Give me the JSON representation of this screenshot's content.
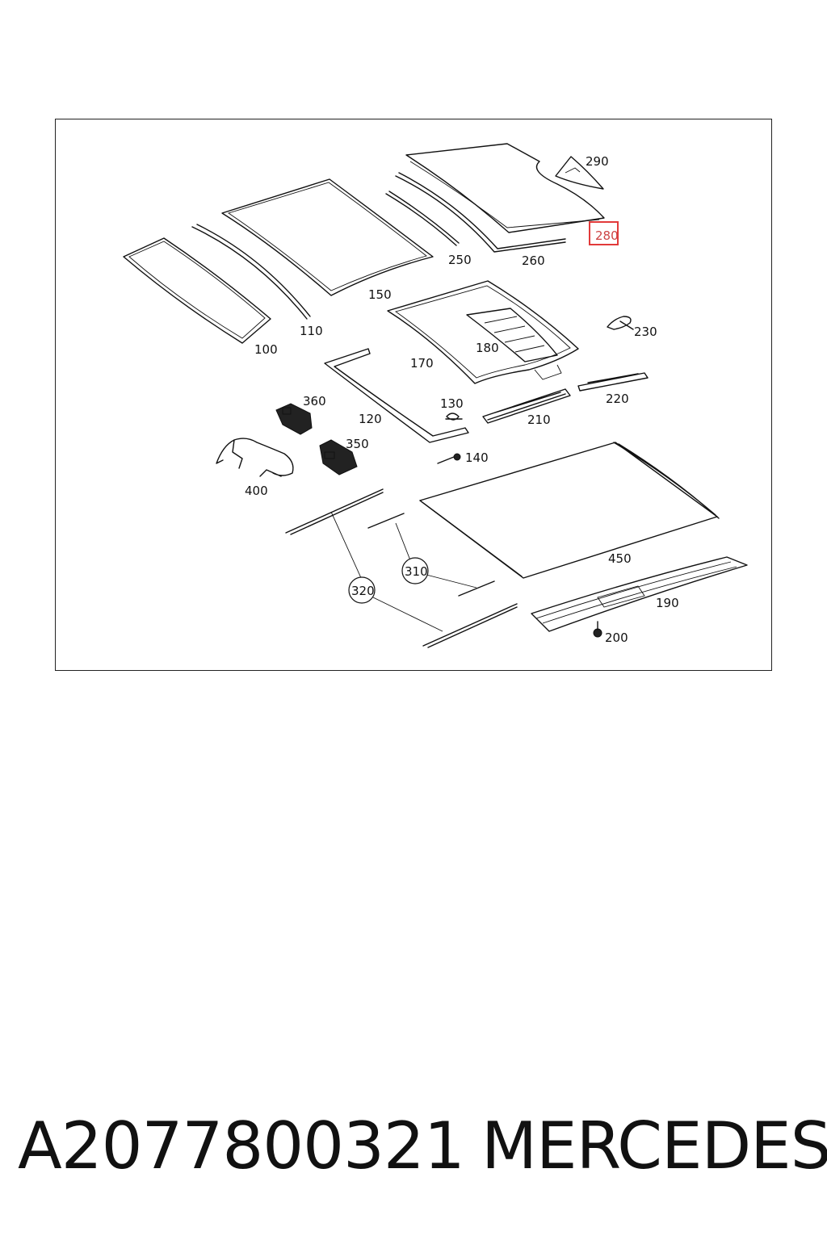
{
  "footer": {
    "part_number": "A2077800321",
    "brand": "MERCEDES"
  },
  "diagram": {
    "highlight_color": "#e23a3a",
    "highlighted_part": "280",
    "parts": {
      "p100": "100",
      "p110": "110",
      "p120": "120",
      "p130": "130",
      "p140": "140",
      "p150": "150",
      "p170": "170",
      "p180": "180",
      "p190": "190",
      "p200": "200",
      "p210": "210",
      "p220": "220",
      "p230": "230",
      "p250": "250",
      "p260": "260",
      "p280": "280",
      "p290": "290",
      "p310": "310",
      "p320": "320",
      "p350": "350",
      "p360": "360",
      "p400": "400",
      "p450": "450"
    }
  }
}
